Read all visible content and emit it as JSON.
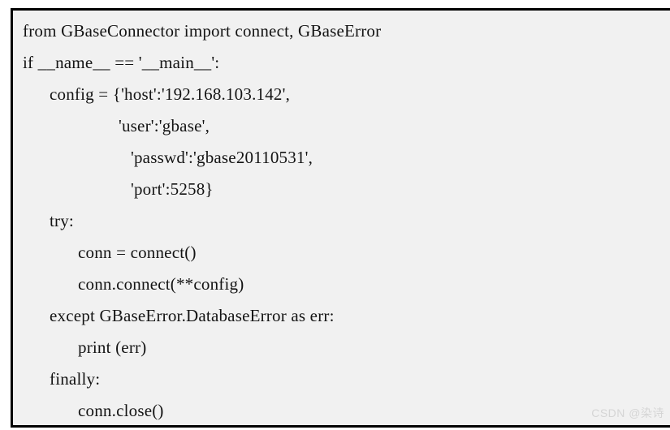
{
  "code_block": {
    "language": "python",
    "lines": [
      "from GBaseConnector import connect, GBaseError",
      "if __name__ == '__main__':",
      "config = {'host':'192.168.103.142',",
      "'user':'gbase',",
      "'passwd':'gbase20110531',",
      "'port':5258}",
      "try:",
      "conn = connect()",
      "conn.connect(**config)",
      "except GBaseError.DatabaseError as err:",
      "print (err)",
      "finally:",
      "conn.close()"
    ]
  },
  "watermark": {
    "text": "CSDN @染诗"
  },
  "colors": {
    "page_background": "#ffffff",
    "box_background": "#f1f1f1",
    "box_border": "#000000",
    "code_text": "#141414",
    "watermark_text": "#d5d5d5"
  }
}
